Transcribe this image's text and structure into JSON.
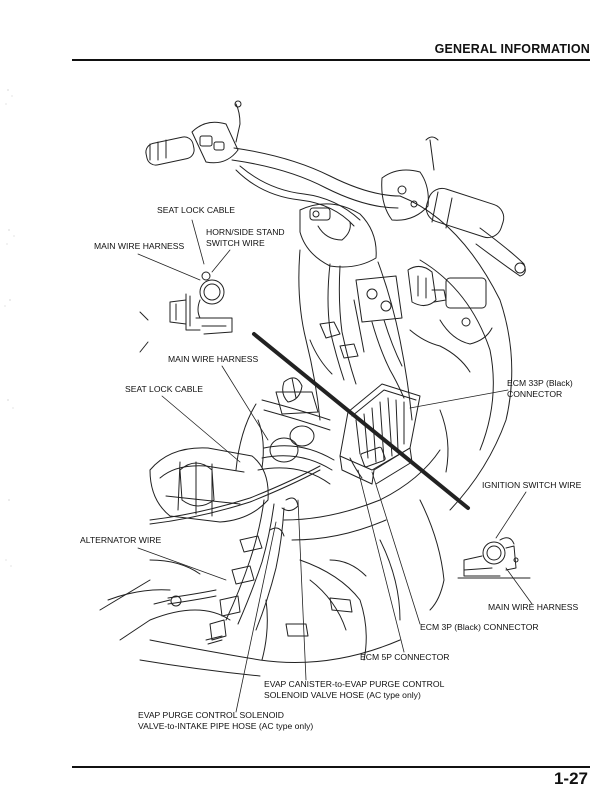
{
  "header": {
    "section_title": "GENERAL INFORMATION"
  },
  "footer": {
    "page_number": "1-27"
  },
  "callouts": {
    "seat_lock_cable_top": "SEAT LOCK CABLE",
    "horn_side_stand_switch_wire_1": "HORN/SIDE STAND",
    "horn_side_stand_switch_wire_2": "SWITCH WIRE",
    "main_wire_harness_left": "MAIN WIRE HARNESS",
    "main_wire_harness_center": "MAIN WIRE HARNESS",
    "seat_lock_cable_mid": "SEAT LOCK CABLE",
    "ecm_33p_1": "ECM 33P (Black)",
    "ecm_33p_2": "CONNECTOR",
    "ignition_switch_wire": "IGNITION SWITCH WIRE",
    "alternator_wire": "ALTERNATOR WIRE",
    "main_wire_harness_right": "MAIN WIRE HARNESS",
    "ecm_3p": "ECM 3P (Black) CONNECTOR",
    "ecm_5p": "ECM 5P CONNECTOR",
    "evap_canister_hose_1": "EVAP CANISTER-to-EVAP PURGE CONTROL",
    "evap_canister_hose_2": "SOLENOID VALVE HOSE (AC type only)",
    "evap_purge_hose_1": "EVAP PURGE CONTROL SOLENOID",
    "evap_purge_hose_2": "VALVE-to-INTAKE PIPE HOSE (AC type only)"
  }
}
